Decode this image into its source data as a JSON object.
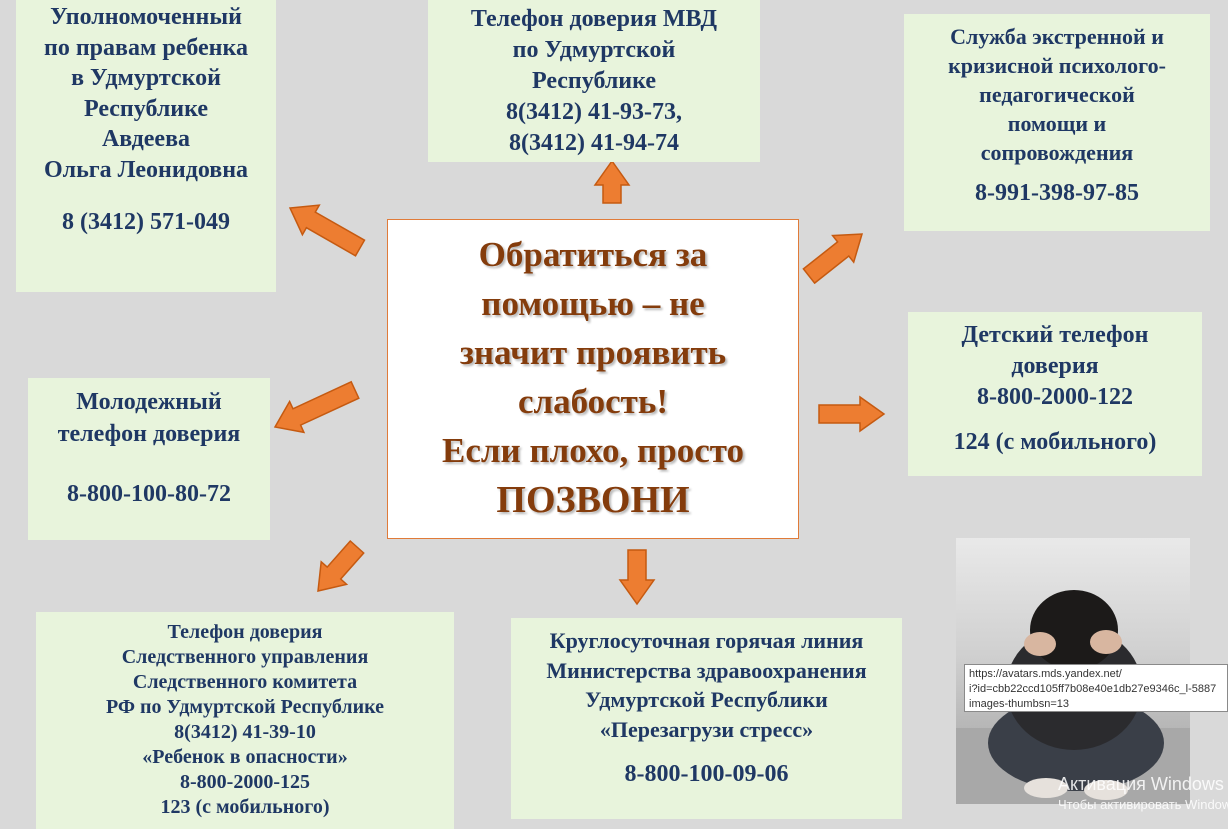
{
  "center": {
    "lines": [
      "Обратиться за",
      "помощью – не",
      "значит проявить",
      "слабость!",
      "Если плохо, просто",
      "ПОЗВОНИ"
    ]
  },
  "boxes": {
    "ombudsman": {
      "lines": [
        "Уполномоченный",
        "по правам ребенка",
        "в Удмуртской",
        "Республике",
        "Авдеева",
        "Ольга Леонидовна"
      ],
      "phone": "8 (3412) 571-049"
    },
    "mvd": {
      "lines": [
        "Телефон доверия МВД",
        "по Удмуртской",
        "Республике",
        "8(3412) 41-93-73,",
        "8(3412) 41-94-74"
      ]
    },
    "crisis": {
      "lines": [
        "Служба экстренной и",
        "кризисной психолого-",
        "педагогической",
        "помощи и",
        "сопровождения"
      ],
      "phone": "8-991-398-97-85"
    },
    "child": {
      "lines": [
        "Детский телефон",
        "доверия",
        "8-800-2000-122"
      ],
      "phone": "124 (с мобильного)"
    },
    "youth": {
      "lines": [
        "Молодежный",
        "телефон доверия"
      ],
      "phone": "8-800-100-80-72"
    },
    "investigative": {
      "lines": [
        "Телефон доверия",
        "Следственного управления",
        "Следственного комитета",
        "РФ по Удмуртской Республике",
        "8(3412) 41-39-10",
        "«Ребенок в опасности»",
        "8-800-2000-125",
        "123 (с мобильного)"
      ]
    },
    "hotline": {
      "lines": [
        "Круглосуточная горячая линия",
        "Министерства здравоохранения",
        "Удмуртской Республики",
        "«Перезагрузи стресс»"
      ],
      "phone": "8-800-100-09-06"
    }
  },
  "tooltip": {
    "lines": [
      "https://avatars.mds.yandex.net/",
      "i?id=cbb22ccd105ff7b08e40e1db27e9346c_l-5887",
      "images-thumbsn=13"
    ]
  },
  "watermark": {
    "title": "Активация Windows",
    "subtitle": "Чтобы активировать Windows"
  },
  "colors": {
    "background": "#d9d9d9",
    "box_fill": "#e8f4dc",
    "box_text": "#1f3864",
    "center_text": "#843c0c",
    "arrow": "#ed7d31"
  }
}
